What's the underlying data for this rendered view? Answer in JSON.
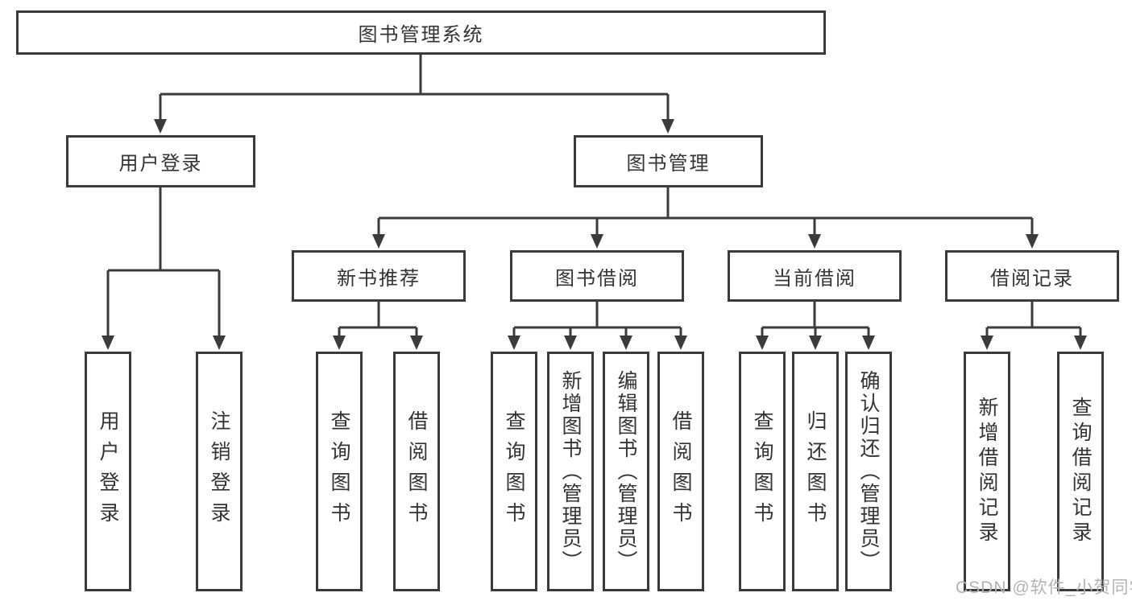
{
  "title": "图书管理系统",
  "watermark": "CSDN @软件_小贺同学",
  "colors": {
    "line": "#3b3b3b",
    "text": "#333333",
    "watermark": "#b3b3b3",
    "background": "#ffffff"
  },
  "tree": {
    "root": {
      "label": "图书管理系统"
    },
    "login": {
      "label": "用户登录",
      "children": [
        {
          "label": "用户登录"
        },
        {
          "label": "注销登录"
        }
      ]
    },
    "books": {
      "label": "图书管理",
      "groups": [
        {
          "label": "新书推荐",
          "children": [
            {
              "label": "查询图书"
            },
            {
              "label": "借阅图书"
            }
          ]
        },
        {
          "label": "图书借阅",
          "children": [
            {
              "label": "查询图书"
            },
            {
              "label": "新增图书（管理员）"
            },
            {
              "label": "编辑图书（管理员）"
            },
            {
              "label": "借阅图书"
            }
          ]
        },
        {
          "label": "当前借阅",
          "children": [
            {
              "label": "查询图书"
            },
            {
              "label": "归还图书"
            },
            {
              "label": "确认归还（管理员）"
            }
          ]
        },
        {
          "label": "借阅记录",
          "children": [
            {
              "label": "新增借阅记录"
            },
            {
              "label": "查询借阅记录"
            }
          ]
        }
      ]
    }
  }
}
